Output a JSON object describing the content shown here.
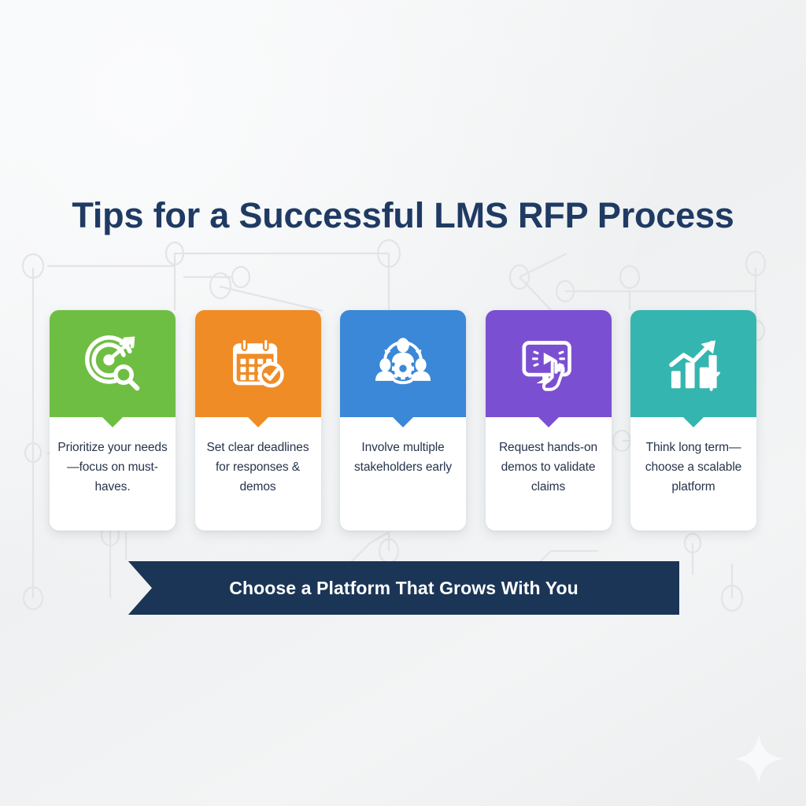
{
  "page": {
    "title": "Tips  for a Successful LMS RFP Process",
    "background_color": "#f2f3f4",
    "title_color": "#1f3a63"
  },
  "decorations": {
    "network_pattern": "circuit-node-network",
    "network_color": "#e1e3e5",
    "sparkle": "four-point-sparkle",
    "sparkle_color": "#f7f8f9"
  },
  "cards": [
    {
      "id": "prioritize-needs",
      "icon": "target-magnifier-icon",
      "color": "#6fbe44",
      "text": "Prioritize your needs—focus on must-haves."
    },
    {
      "id": "set-deadlines",
      "icon": "calendar-check-icon",
      "color": "#f08c26",
      "text": "Set clear deadlines for responses & demos"
    },
    {
      "id": "involve-stakeholders",
      "icon": "team-collaboration-gear-icon",
      "color": "#3b87d8",
      "text": "Involve multiple stakeholders early"
    },
    {
      "id": "request-demos",
      "icon": "monitor-play-hand-click-icon",
      "color": "#7b4fd1",
      "text": "Request hands-on demos to validate claims"
    },
    {
      "id": "think-long-term",
      "icon": "growth-chart-plant-icon",
      "color": "#35b5af",
      "text": "Think long term—choose a scalable platform"
    }
  ],
  "banner": {
    "text": "Choose a Platform That Grows With You",
    "background_color": "#1b3557",
    "text_color": "#ffffff"
  }
}
